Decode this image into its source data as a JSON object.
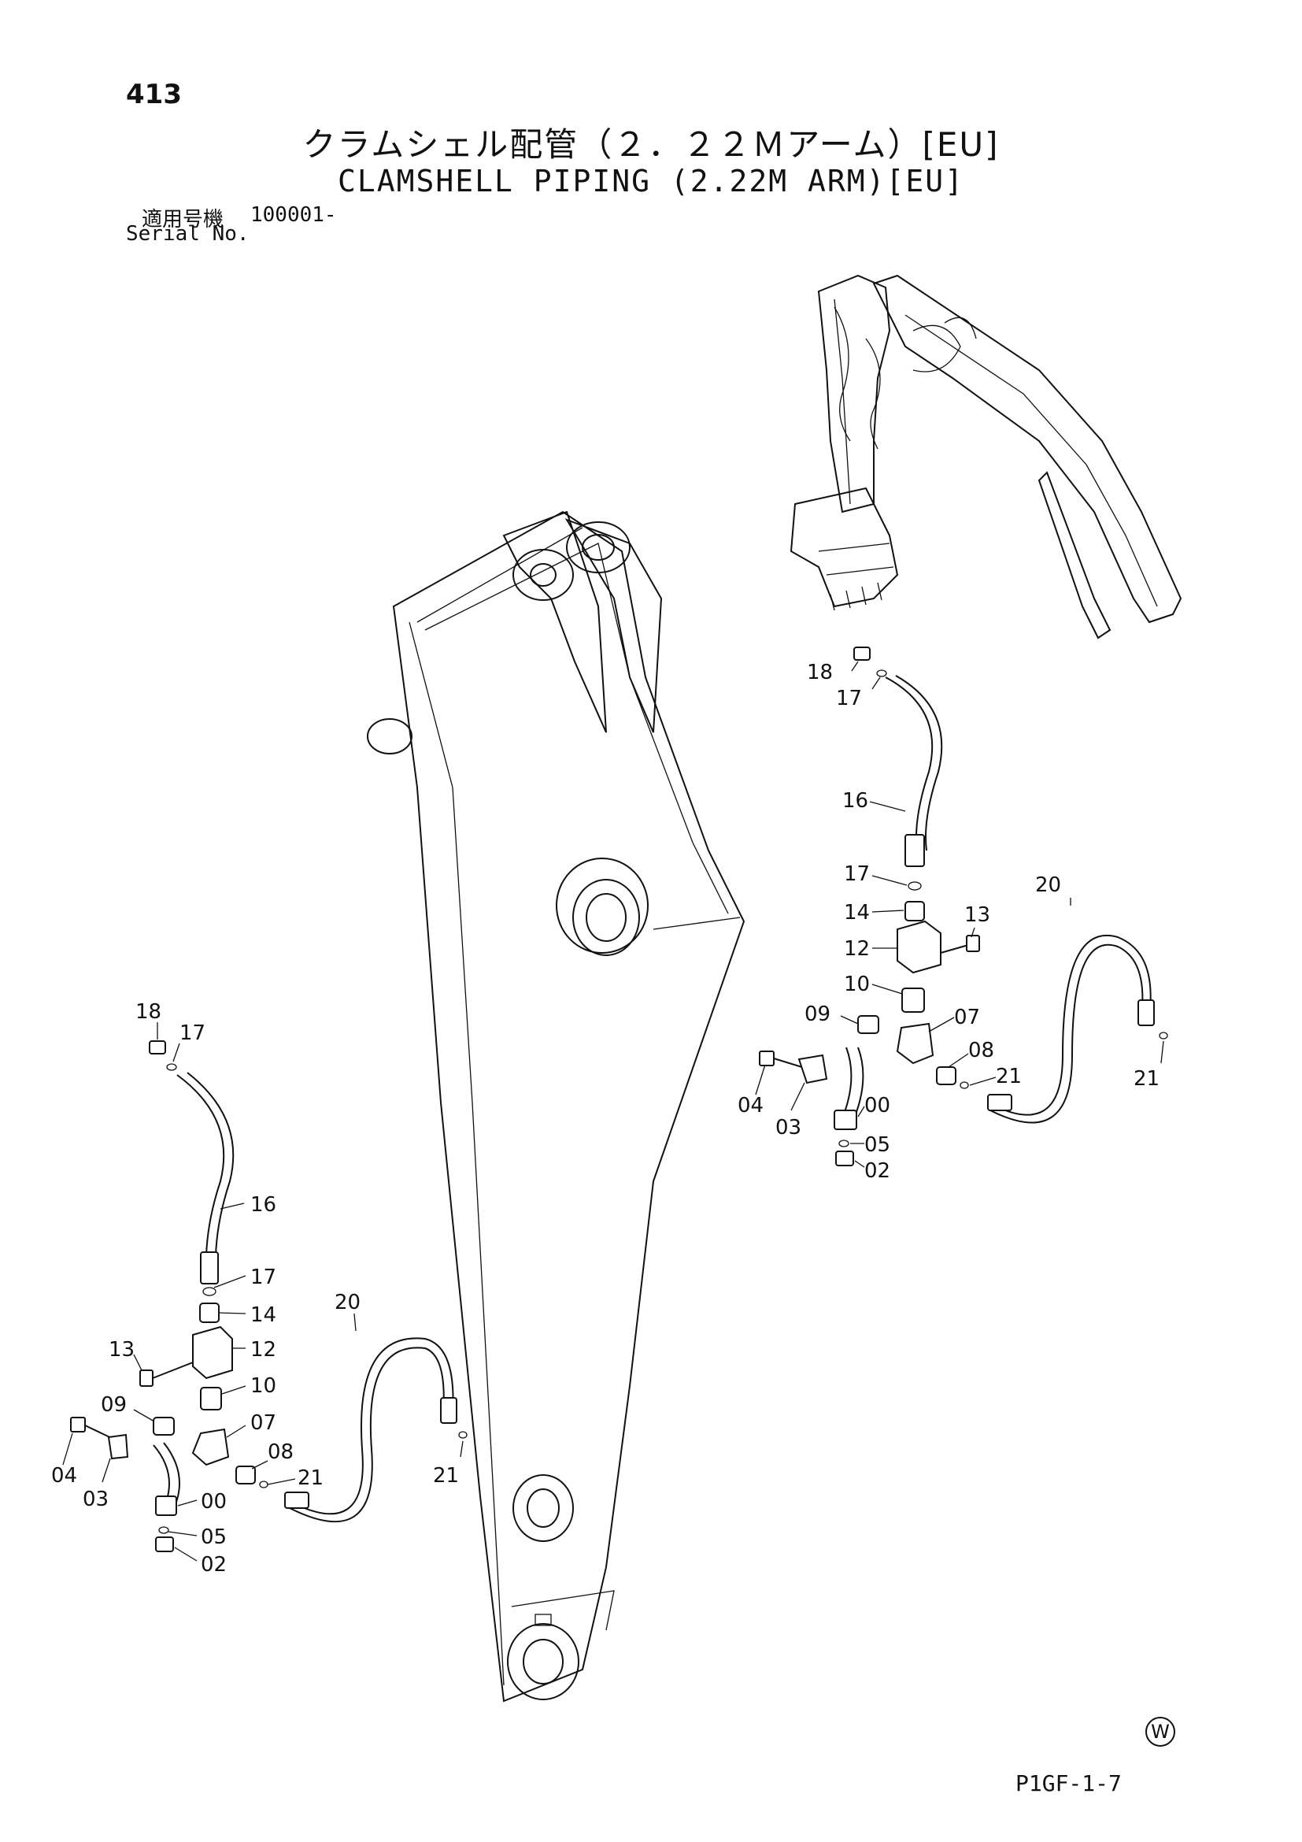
{
  "header": {
    "page_number": "413",
    "title_jp": "クラムシェル配管（２．２２Ｍアーム）[EU]",
    "title_en": "CLAMSHELL PIPING (2.22M ARM)[EU]",
    "serial_label_jp": "適用号機",
    "serial_value": "100001-",
    "serial_label_en": "Serial No."
  },
  "callouts_right": {
    "c18": "18",
    "c17a": "17",
    "c16": "16",
    "c17b": "17",
    "c14": "14",
    "c13": "13",
    "c12": "12",
    "c10": "10",
    "c09": "09",
    "c07": "07",
    "c08": "08",
    "c21a": "21",
    "c04": "04",
    "c03": "03",
    "c00": "00",
    "c05": "05",
    "c02": "02",
    "c20": "20",
    "c21b": "21"
  },
  "callouts_left": {
    "c18": "18",
    "c17a": "17",
    "c16": "16",
    "c17b": "17",
    "c14": "14",
    "c13": "13",
    "c12": "12",
    "c10": "10",
    "c09": "09",
    "c07": "07",
    "c08": "08",
    "c21a": "21",
    "c04": "04",
    "c03": "03",
    "c00": "00",
    "c05": "05",
    "c02": "02",
    "c20": "20",
    "c21b": "21"
  },
  "footer": {
    "mark": "W",
    "page_code": "P1GF-1-7"
  }
}
